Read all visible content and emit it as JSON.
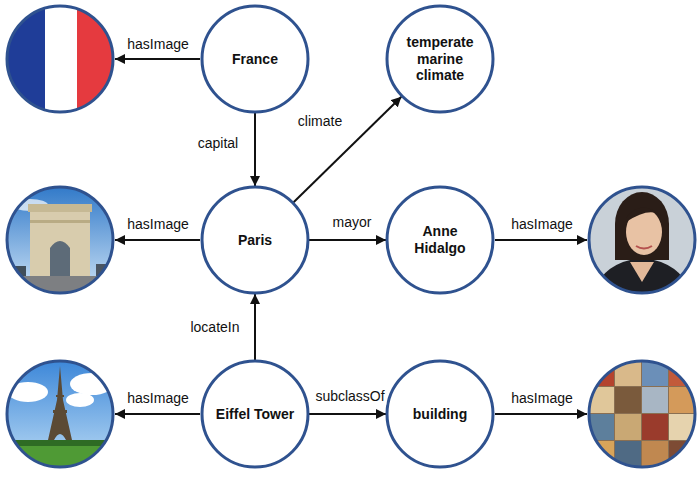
{
  "diagram": {
    "nodes": [
      {
        "text": [
          "France"
        ]
      },
      {
        "text": [
          "temperate marine climate"
        ]
      },
      {
        "text": [
          "Paris"
        ]
      },
      {
        "text": [
          "Anne Hidalgo"
        ]
      },
      {
        "text": [
          "Eiffel Tower"
        ]
      },
      {
        "text": [
          "building"
        ]
      }
    ],
    "edges": [
      {
        "from": 0,
        "to": 2,
        "label": "capital",
        "arrow": "to"
      },
      {
        "from": 2,
        "to": 1,
        "label": "climate",
        "arrow": "to"
      },
      {
        "from": 2,
        "to": 3,
        "label": "mayor",
        "arrow": "to"
      },
      {
        "from": 4,
        "to": 2,
        "label": "locateIn",
        "arrow": "to"
      },
      {
        "from": 4,
        "to": 5,
        "label": "subclassOf",
        "arrow": "to"
      }
    ],
    "labels": [
      "hasImage",
      "hasImage",
      "hasImage",
      "hasImage",
      "hasImage"
    ]
  }
}
